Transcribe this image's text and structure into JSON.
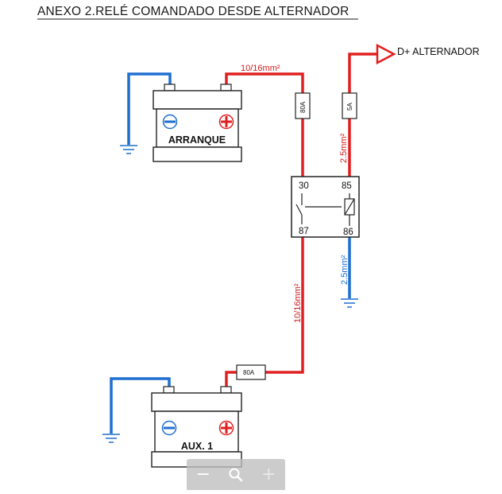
{
  "title": "ANEXO 2.RELÉ COMANDADO DESDE ALTERNADOR",
  "batteries": {
    "start": {
      "label": "ARRANQUE"
    },
    "aux": {
      "label": "AUX. 1"
    }
  },
  "wires": {
    "top_red": "10/16mm²",
    "relay_to_alt": "2.5mm²",
    "relay_to_ground": "2.5mm²",
    "relay_to_aux": "10/16mm²"
  },
  "fuses": {
    "start": "80A",
    "alternator": "5A",
    "aux": "80A"
  },
  "relay": {
    "pin30": "30",
    "pin85": "85",
    "pin87": "87",
    "pin86": "86"
  },
  "alternator": {
    "label": "D+ ALTERNADOR"
  },
  "zoom_controls": {
    "zoom_out_icon": "minus-icon",
    "zoom_reset_icon": "magnifier-icon",
    "zoom_in_icon": "plus-icon"
  },
  "colors": {
    "positive": "#e02020",
    "negative": "#1f6fd0",
    "outline": "#222222"
  }
}
